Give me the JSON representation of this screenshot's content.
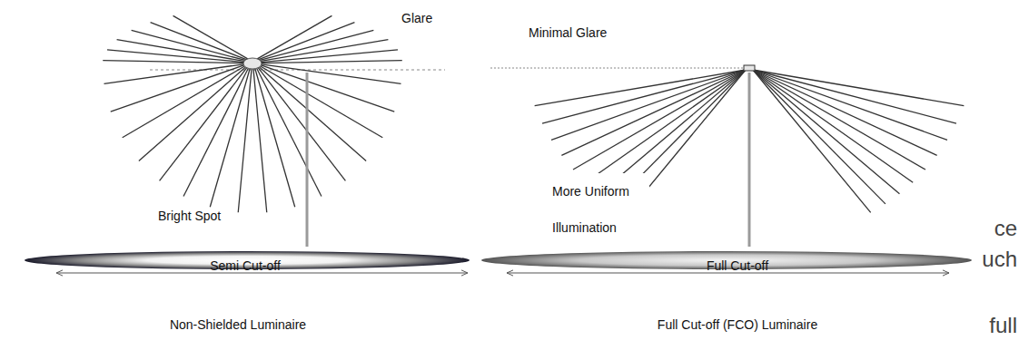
{
  "diagram": {
    "labels": [
      "Glare",
      "Minimal Glare",
      "More Uniform Illumination",
      "Bright Spot",
      "Semi Cut-off",
      "Full Cut-off",
      "Non-Shielded Luminaire",
      "Full Cut-off (FCO) Luminaire",
      "ce",
      "uch",
      "full"
    ]
  }
}
